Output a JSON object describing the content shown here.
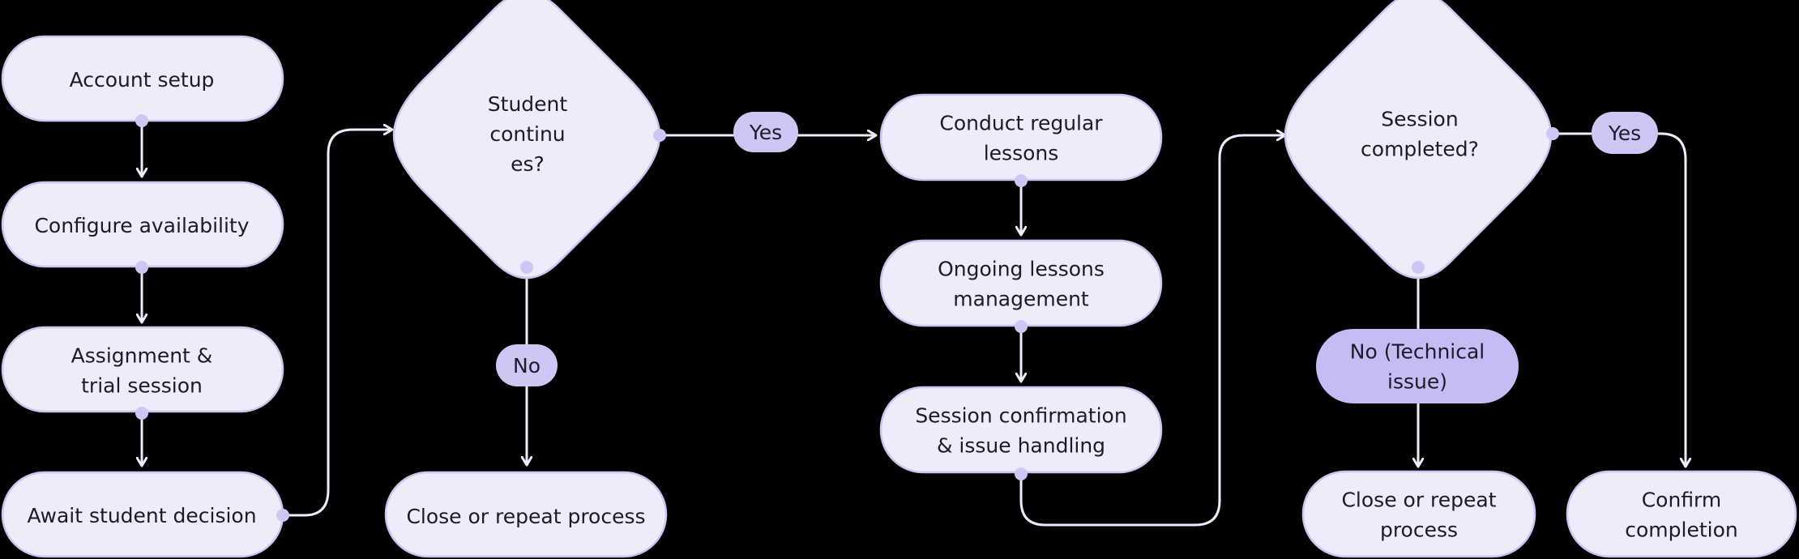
{
  "colors": {
    "background": "#000000",
    "node_fill": "#ececfb",
    "node_stroke": "#c9c5f0",
    "connector": "#ececfb",
    "label_fill": "#cdc7f5",
    "label_fill_strong": "#c4bdf3",
    "text": "#1c1b2a"
  },
  "nodes": {
    "account_setup": [
      "Account setup"
    ],
    "configure_availability": [
      "Configure availability"
    ],
    "assignment_trial": [
      "Assignment &",
      "trial session"
    ],
    "await_decision": [
      "Await student decision"
    ],
    "student_continues": [
      "Student",
      "continu",
      "es?"
    ],
    "close_repeat_1": [
      "Close or repeat process"
    ],
    "conduct_lessons": [
      "Conduct regular",
      "lessons"
    ],
    "ongoing_lessons": [
      "Ongoing lessons",
      "management"
    ],
    "session_confirmation": [
      "Session confirmation",
      "& issue handling"
    ],
    "session_completed": [
      "Session",
      "completed?"
    ],
    "close_repeat_2": [
      "Close or repeat",
      "process"
    ],
    "confirm_completion": [
      "Confirm",
      "completion"
    ]
  },
  "edge_labels": {
    "yes_1": [
      "Yes"
    ],
    "no_1": [
      "No"
    ],
    "yes_2": [
      "Yes"
    ],
    "no_2": [
      "No (Technical",
      "issue)"
    ]
  }
}
